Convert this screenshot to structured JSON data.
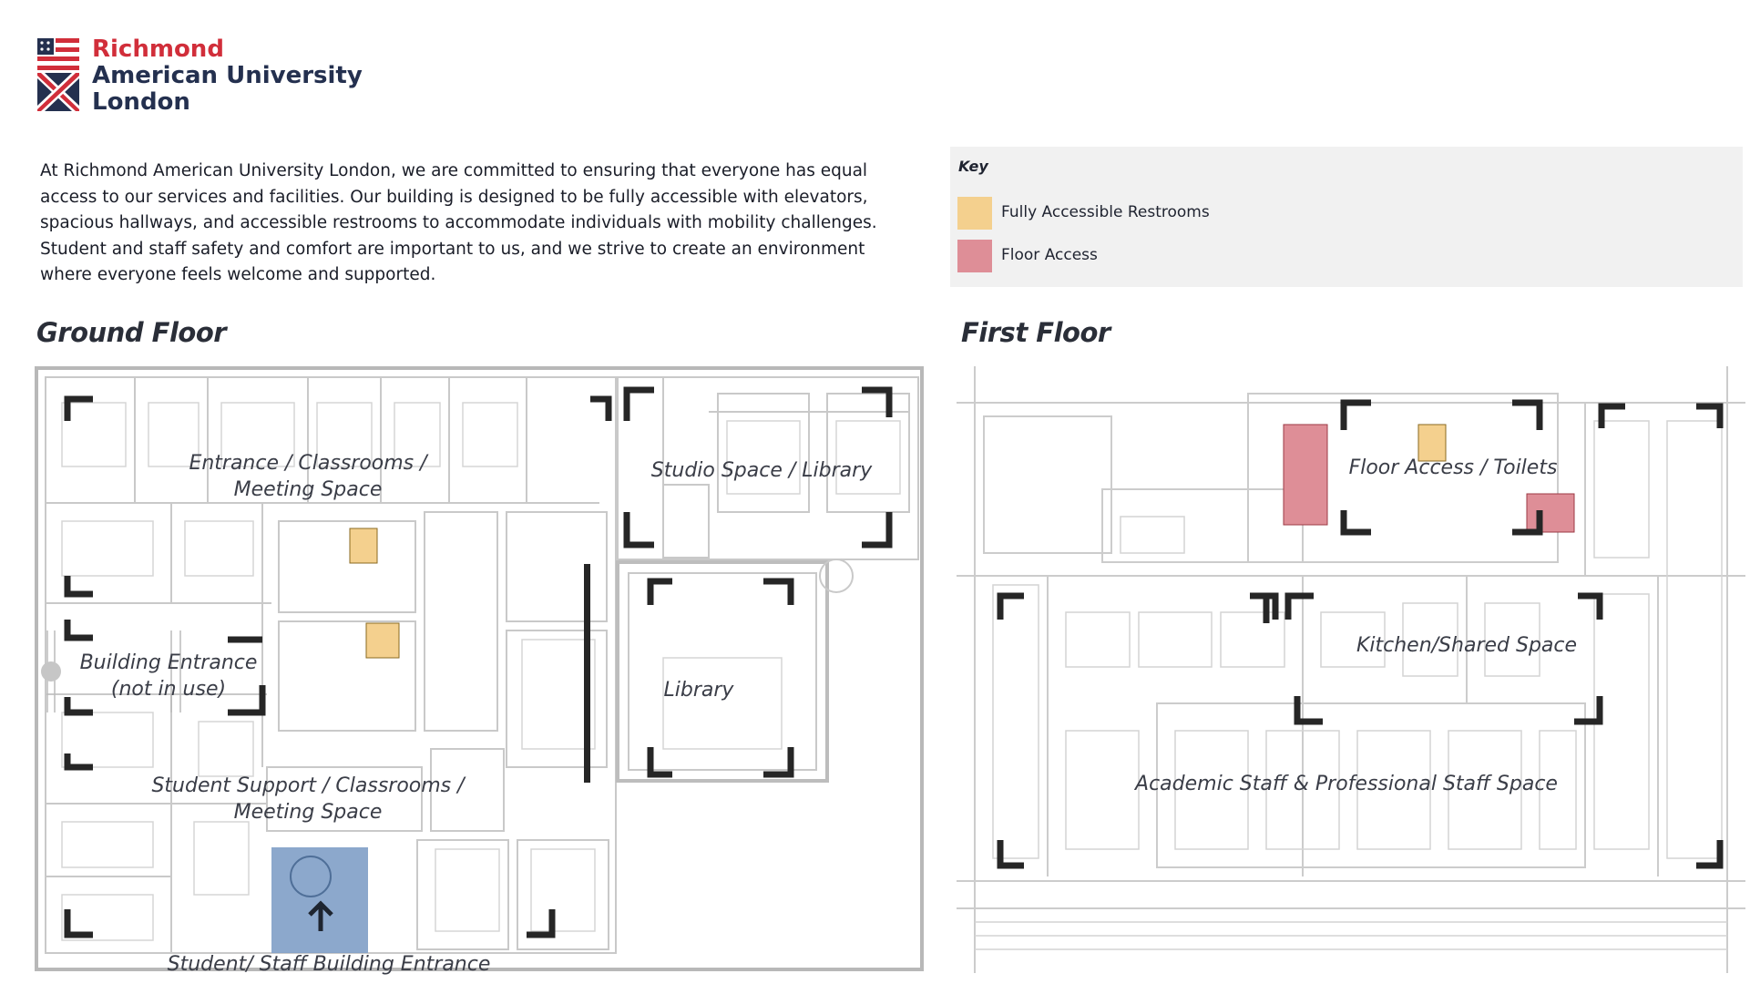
{
  "brand": {
    "line1": "Richmond",
    "line2": "American University",
    "line3": "London",
    "red": "#d12e3a",
    "navy": "#24304f"
  },
  "intro": {
    "paragraph": "At Richmond American University London, we are committed to ensuring that everyone has equal access to our services and facilities. Our building is designed to be fully accessible with elevators, spacious hallways, and accessible restrooms to accommodate individuals with mobility challenges. Student and staff safety and comfort are important to us, and we strive to create an environment where everyone feels welcome and supported."
  },
  "key": {
    "title": "Key",
    "items": [
      {
        "label": "Fully Accessible Restrooms",
        "color": "#f4d08e"
      },
      {
        "label": "Floor Access",
        "color": "#de8e97"
      }
    ]
  },
  "ground_floor": {
    "title": "Ground Floor",
    "labels": {
      "entrance_classrooms_1": "Entrance / Classrooms /",
      "entrance_classrooms_2": "Meeting Space",
      "studio_library": "Studio Space / Library",
      "building_entrance_1": "Building Entrance",
      "building_entrance_2": "(not in use)",
      "library": "Library",
      "student_support_1": "Student Support / Classrooms /",
      "student_support_2": "Meeting Space",
      "student_staff_entrance": "Student/ Staff Building Entrance"
    },
    "entrance_highlight_color": "#7f9fc6"
  },
  "first_floor": {
    "title": "First Floor",
    "labels": {
      "floor_access_toilets": "Floor Access / Toilets",
      "kitchen": "Kitchen/Shared Space",
      "academic_staff": "Academic Staff & Professional Staff Space"
    }
  }
}
